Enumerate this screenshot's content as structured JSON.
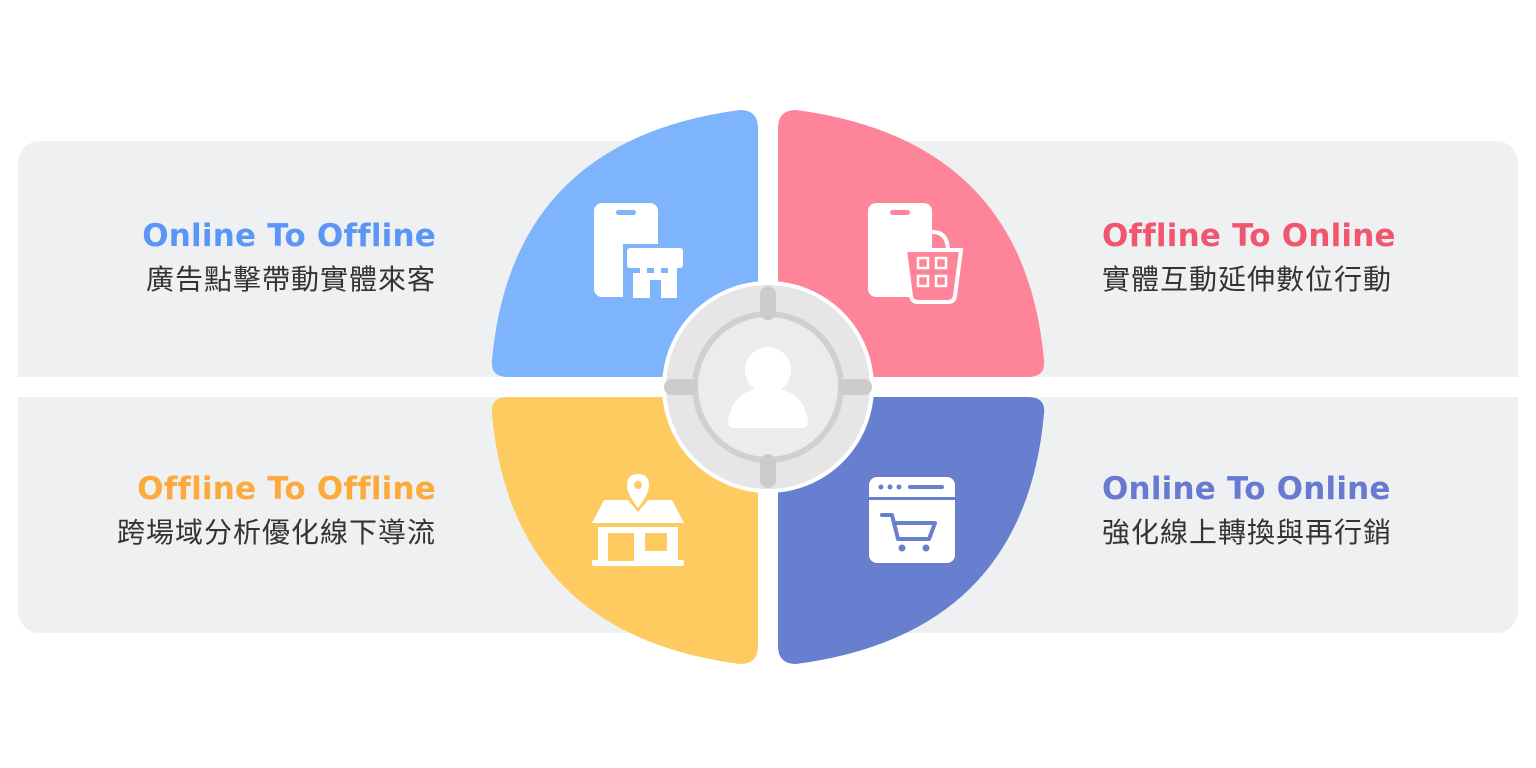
{
  "quadrants": [
    {
      "id": "online-to-offline",
      "title": "Online To Offline",
      "subtitle": "廣告點擊帶動實體來客",
      "color": "#5b96f6",
      "fill": "#7db4fc",
      "icon": "mobile-storefront-icon"
    },
    {
      "id": "offline-to-online",
      "title": "Offline To Online",
      "subtitle": "實體互動延伸數位行動",
      "color": "#f0566e",
      "fill": "#fe8499",
      "icon": "mobile-shopping-basket-icon"
    },
    {
      "id": "offline-to-offline",
      "title": "Offline To Offline",
      "subtitle": "跨場域分析優化線下導流",
      "color": "#fcaa3b",
      "fill": "#fdcb5f",
      "icon": "store-location-icon"
    },
    {
      "id": "online-to-online",
      "title": "Online To Online",
      "subtitle": "強化線上轉換與再行銷",
      "color": "#6779d0",
      "fill": "#687fd0",
      "icon": "browser-shopping-cart-icon"
    }
  ],
  "center": {
    "icon": "user-target-icon"
  }
}
